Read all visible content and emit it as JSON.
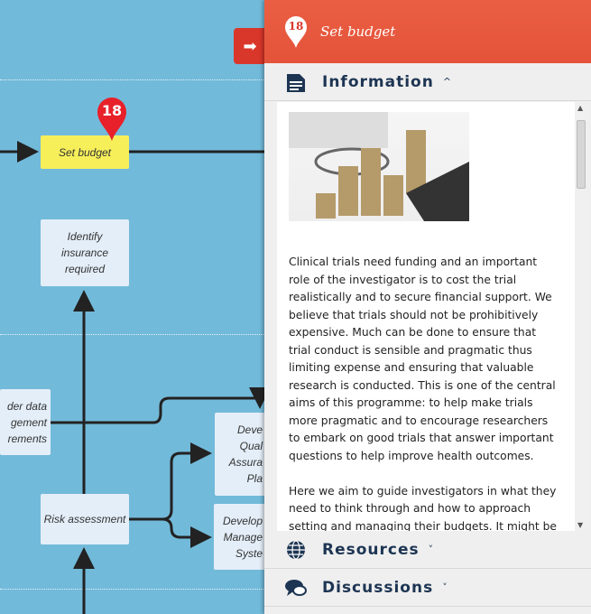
{
  "flow": {
    "step_number": "18",
    "boxes": {
      "set_budget": "Set budget",
      "identify_insurance": "Identify insurance required",
      "data_mgmt": "der data gement rements",
      "risk": "Risk assessment",
      "qa_plan": "Deve Qual Assura Pla",
      "mgmt_system": "Develop Manage Syste"
    }
  },
  "panel": {
    "step_number": "18",
    "title": "Set budget",
    "sections": [
      {
        "label": "Information",
        "icon": "document-icon",
        "expanded": true
      },
      {
        "label": "Resources",
        "icon": "globe-icon",
        "expanded": false
      },
      {
        "label": "Discussions",
        "icon": "chat-bubbles-icon",
        "expanded": false
      }
    ],
    "paragraphs": [
      "Clinical trials need funding and an important role of the investigator is to cost the trial realistically and to secure financial support. We believe that trials should not be prohibitively expensive. Much can be done to ensure that trial conduct is sensible and pragmatic thus limiting expense and ensuring that valuable research is conducted. This is one of the central aims of this programme: to help make trials more pragmatic and to encourage researchers to embark on good trials that answer important questions to help improve health outcomes.",
      "Here we aim to guide investigators in what they need to think through and how to approach setting and managing their budgets. It might be a tedious and frustrating element but is nonetheless important as it"
    ]
  },
  "colors": {
    "background": "#72bada",
    "header": "#e85c40",
    "box": "#e4eef8",
    "highlight": "#f7ef5a",
    "heading": "#1d3553"
  }
}
